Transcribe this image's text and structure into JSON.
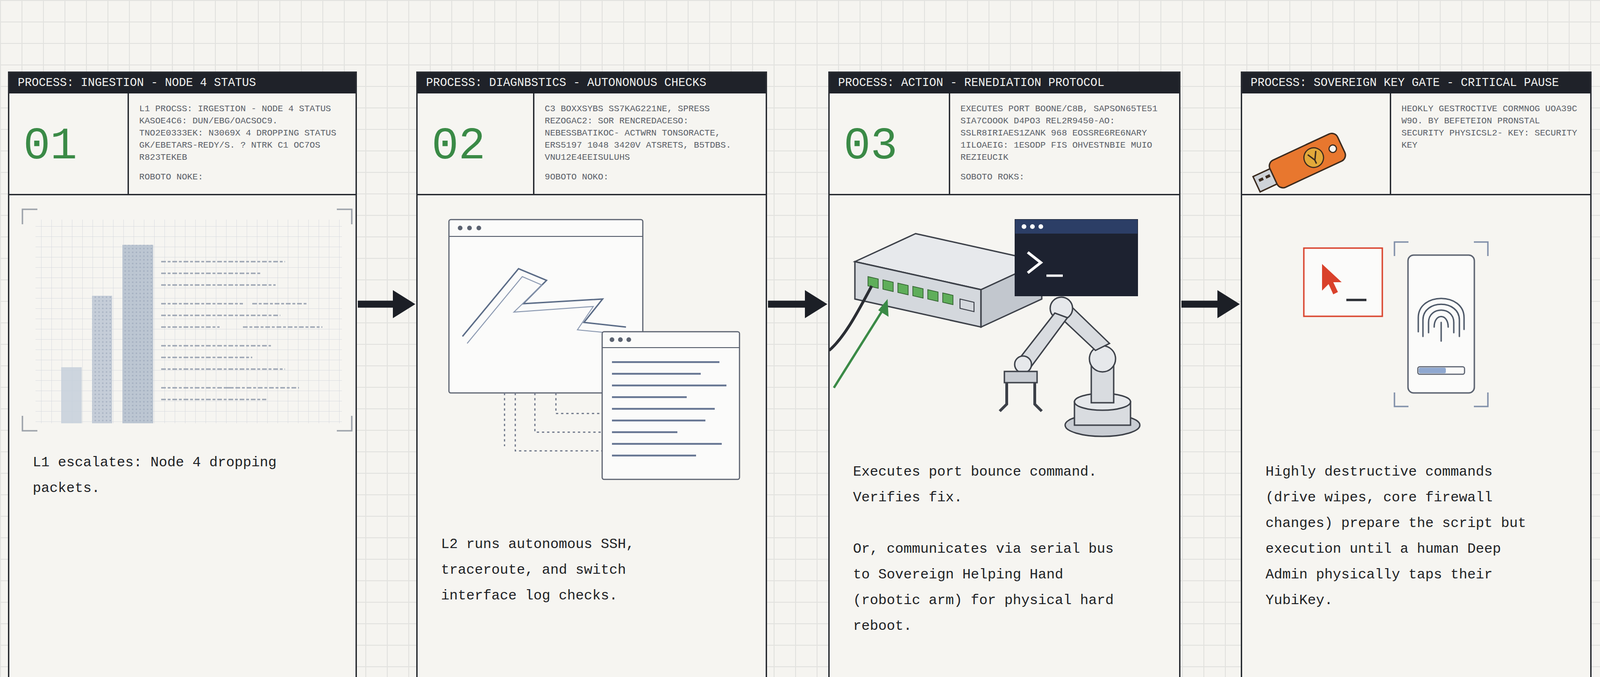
{
  "diagram": {
    "nodes": [
      {
        "text": [
          "PROCESS: INGESTION - NODE 4 STATUS",
          "01",
          "L1 PROCSS: IRGESTION - NODE 4 STATUS KASOE4C6: DUN/EBG/OACSOC9. TNO2E0333EK: N3069X 4 DROPPING STATUS GK/EBETARS-REDY/S. ? NTRK C1 OC7OS R823TEKEB",
          "ROBOTO NOKE:",
          "L1 escalates: Node 4 dropping packets."
        ]
      },
      {
        "text": [
          "PROCESS: DIAGNBSTICS - AUTONONOUS CHECKS",
          "02",
          "C3 BOXXSYBS SS7KAG221NE, SPRESS REZOGAC2: SOR RENCREDACESO: NEBESSBATIKOC- ACTWRN TONSORACTE, ERS5197 1048 3420V ATSRETS, B5TDBS. VNU12E4EEISULUHS",
          "9OBOTO NOKO:",
          "L2 runs autonomous SSH, traceroute, and switch interface log checks."
        ]
      },
      {
        "text": [
          "PROCESS: ACTION - RENEDIATION PROTOCOL",
          "03",
          "EXECUTES PORT BOONE/C8B, SAPSON65TE51 SIA7COOOK D4PO3 REL2R9450-AO: SSLR8IRIAES1ZANK 968 EOSSRE6RE6NARY 1ILOAEIG: 1ESODP FIS OHVESTNBIE MUIO REZIEUCIK",
          "SOBOTO ROKS:",
          "Executes port bounce command. Verifies fix.",
          "Or, communicates via serial bus to Sovereign Helping Hand (robotic arm) for physical hard reboot."
        ]
      },
      {
        "text": [
          "PROCESS: SOVEREIGN KEY GATE - CRITICAL PAUSE",
          "HEOKLY GESTROCTIVE CORMNOG UOA39C W9O. BY BEFETEION PRONSTAL SECURITY PHYSICSL2- KEY: SECURITY KEY",
          "Highly destructive commands (drive wipes, core firewall changes) prepare the script but execution until a human Deep Admin physically taps their YubiKey."
        ]
      }
    ],
    "edges": [
      {
        "from": 0,
        "to": 1,
        "arrow": "to"
      },
      {
        "from": 1,
        "to": 2,
        "arrow": "to"
      },
      {
        "from": 2,
        "to": 3,
        "arrow": "to"
      }
    ]
  }
}
